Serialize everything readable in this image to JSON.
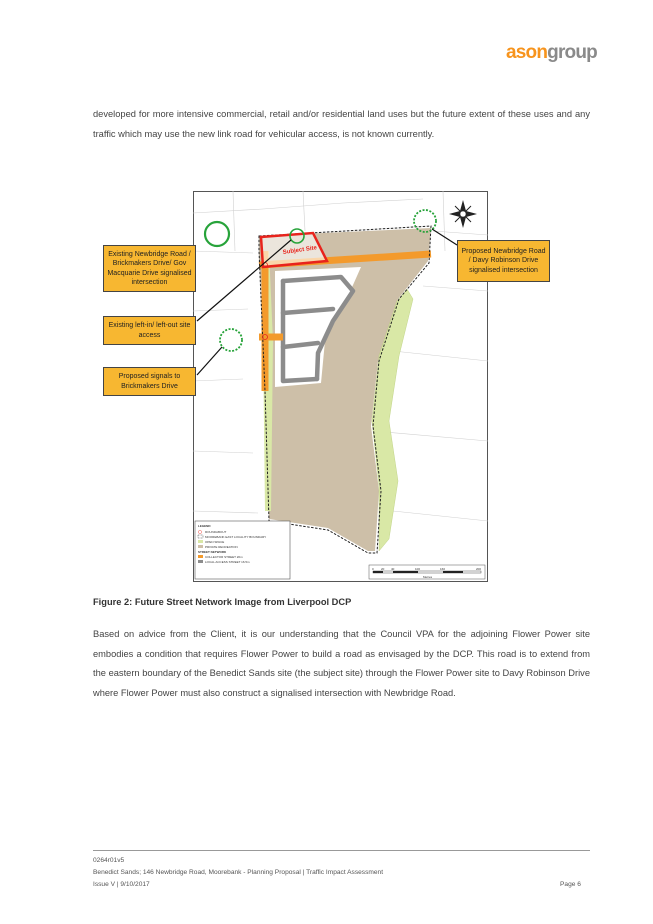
{
  "header": {
    "logo_part1": "ason",
    "logo_part2": "group"
  },
  "body": {
    "paragraph_1": "developed for more intensive commercial, retail and/or residential land uses but the future extent of these uses and any traffic which may use the new link road for vehicular access, is not known currently.",
    "figure_caption": "Figure 2: Future Street Network Image from Liverpool DCP",
    "paragraph_2": "Based on advice from the Client, it is our understanding that the Council VPA for the adjoining Flower Power site embodies a condition that requires Flower Power to build a road as envisaged by the DCP. This road is to extend from the eastern boundary of the Benedict Sands site (the subject site) through the Flower Power site to Davy Robinson Drive where Flower Power must also construct a signalised intersection with Newbridge Road."
  },
  "figure": {
    "subject_site_label": "Subject Site",
    "callouts": {
      "existing_newbridge": "Existing Newbridge Road / Brickmakers Drive/ Gov Macquarie Drive signalised intersection",
      "existing_access": "Existing left-in/ left-out site access",
      "proposed_brickmakers": "Proposed signals to Brickmakers Drive",
      "proposed_newbridge": "Proposed Newbridge Road / Davy Robinson Drive signalised intersection"
    },
    "legend": {
      "title": "LEGEND",
      "items": [
        "ROUNDABOUT",
        "MOOREBANK EAST LOCALITY BOUNDARY",
        "OPEN SPACE",
        "PRIVATE RECREATION"
      ],
      "street_network_title": "STREET NETWORK",
      "street_items": [
        "COLLECTOR STREET 20m",
        "LOCAL ACCESS STREET 16.5m"
      ]
    },
    "scale_labels": [
      "0",
      "20",
      "40",
      "100",
      "160",
      "200"
    ],
    "scale_unit": "Metres",
    "colors": {
      "road_collector": "#f39a2c",
      "road_local": "#8c8c8c",
      "open_space": "#d9e8a6",
      "private_recreation": "#cdbfa8",
      "callout_fill": "#f7b731",
      "subject_site": "#e8231c",
      "existing_circle": "#27a33a",
      "proposed_circle": "#27a33a"
    }
  },
  "footer": {
    "line1": "0264r01v5",
    "line2": "Benedict Sands; 146 Newbridge Road, Moorebank - Planning Proposal | Traffic Impact Assessment",
    "line3": "Issue V | 9/10/2017",
    "page": "Page 6"
  }
}
